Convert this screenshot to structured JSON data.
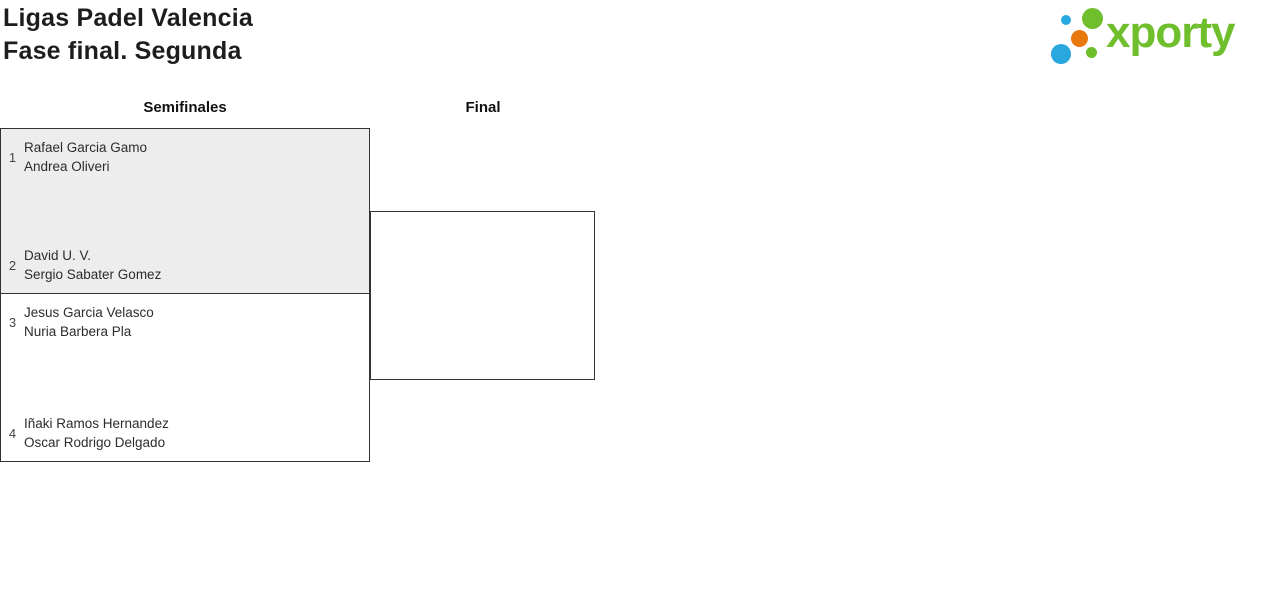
{
  "page": {
    "title_line1": "Ligas Padel Valencia",
    "title_line2": "Fase final. Segunda"
  },
  "logo": {
    "brand": "xporty",
    "colors": {
      "green": "#6fbe2b",
      "blue": "#29a8e0",
      "orange": "#e8770e"
    }
  },
  "bracket": {
    "rounds": [
      {
        "label": "Semifinales"
      },
      {
        "label": "Final"
      }
    ],
    "semifinals": [
      {
        "highlighted": true,
        "teams": [
          {
            "seed": "1",
            "players": [
              "Rafael Garcia Gamo",
              "Andrea Oliveri"
            ]
          },
          {
            "seed": "2",
            "players": [
              "David U. V.",
              "Sergio Sabater Gomez"
            ]
          }
        ]
      },
      {
        "highlighted": false,
        "teams": [
          {
            "seed": "3",
            "players": [
              "Jesus Garcia Velasco",
              "Nuria Barbera Pla"
            ]
          },
          {
            "seed": "4",
            "players": [
              "Iñaki Ramos Hernandez",
              "Oscar Rodrigo Delgado"
            ]
          }
        ]
      }
    ],
    "final": {
      "teams": []
    }
  }
}
